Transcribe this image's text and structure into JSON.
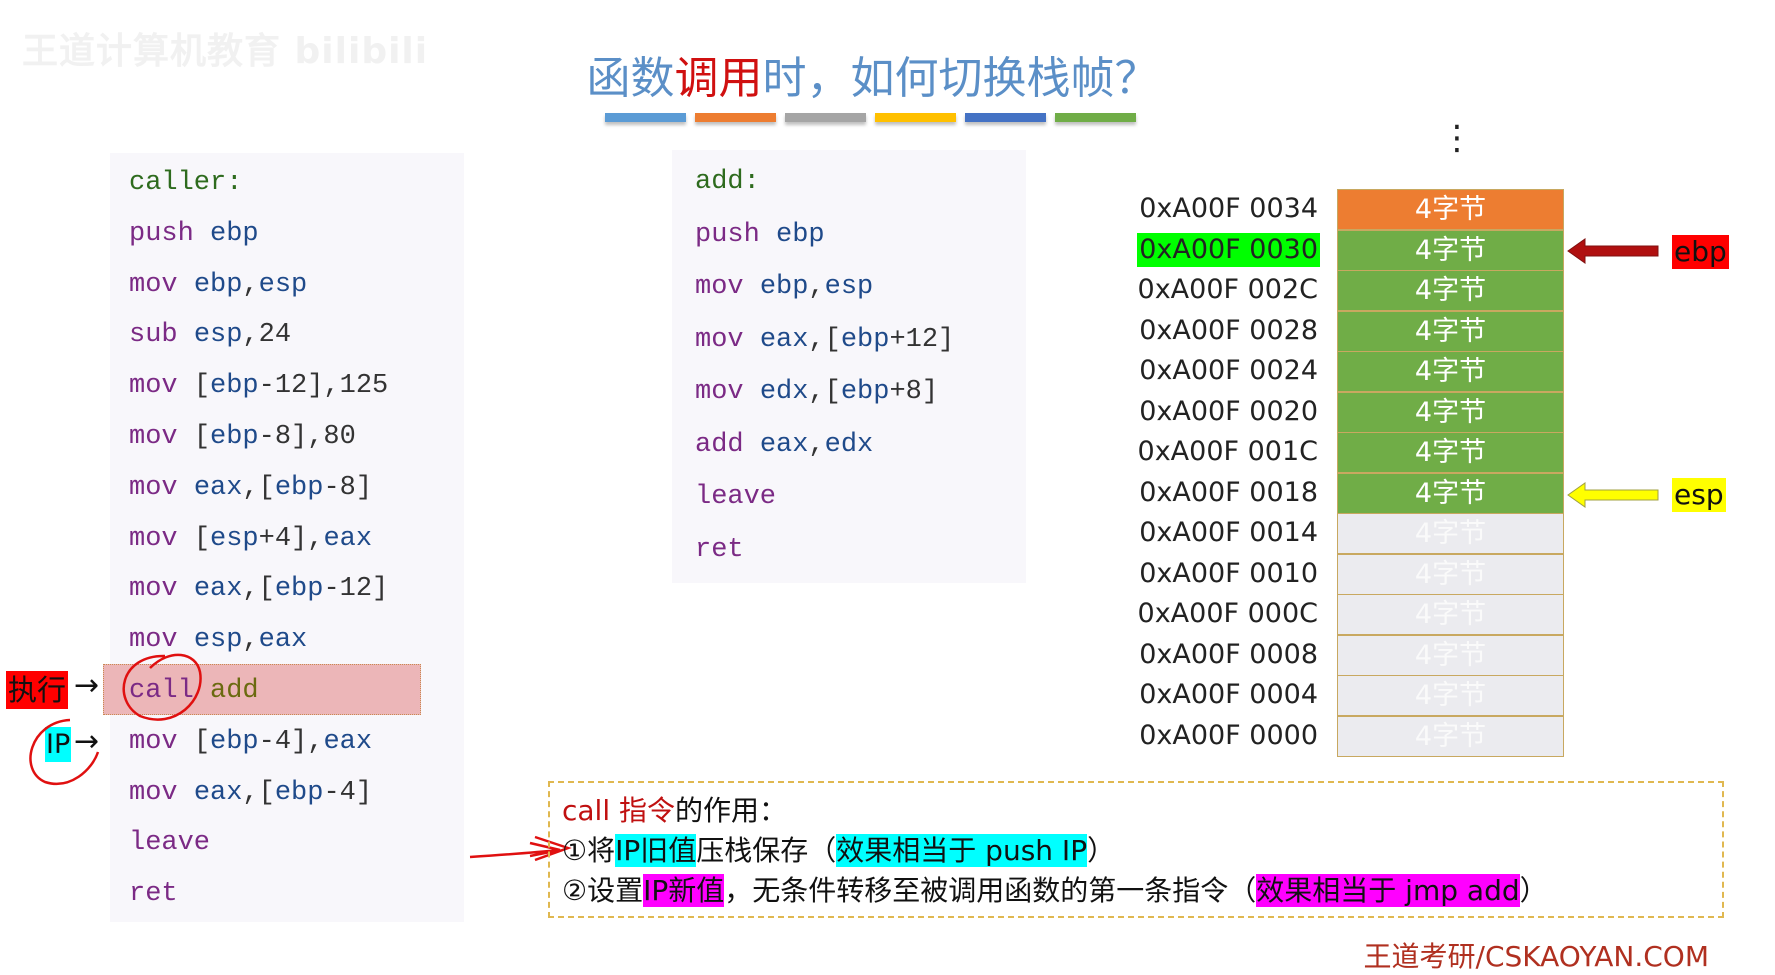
{
  "watermark": "王道计算机教育 bilibili",
  "title": {
    "part1": "函数",
    "part2": "调用",
    "part3": "时，如何切换栈帧？"
  },
  "color_bars": [
    "#5b9bd5",
    "#ed7d31",
    "#a5a5a5",
    "#ffc000",
    "#4472c4",
    "#70ad47"
  ],
  "caller": {
    "lines": [
      [
        {
          "t": "caller:",
          "c": "lbl"
        }
      ],
      [
        {
          "t": "push ",
          "c": "op"
        },
        {
          "t": "ebp",
          "c": "reg"
        }
      ],
      [
        {
          "t": "mov ",
          "c": "op"
        },
        {
          "t": "ebp",
          "c": "reg"
        },
        {
          "t": ",",
          "c": "num"
        },
        {
          "t": "esp",
          "c": "reg"
        }
      ],
      [
        {
          "t": "sub ",
          "c": "op"
        },
        {
          "t": "esp",
          "c": "reg"
        },
        {
          "t": ",24",
          "c": "num"
        }
      ],
      [
        {
          "t": "mov ",
          "c": "op"
        },
        {
          "t": "[",
          "c": "num"
        },
        {
          "t": "ebp",
          "c": "reg"
        },
        {
          "t": "-12],125",
          "c": "num"
        }
      ],
      [
        {
          "t": "mov ",
          "c": "op"
        },
        {
          "t": "[",
          "c": "num"
        },
        {
          "t": "ebp",
          "c": "reg"
        },
        {
          "t": "-8],80",
          "c": "num"
        }
      ],
      [
        {
          "t": "mov ",
          "c": "op"
        },
        {
          "t": "eax",
          "c": "reg"
        },
        {
          "t": ",[",
          "c": "num"
        },
        {
          "t": "ebp",
          "c": "reg"
        },
        {
          "t": "-8]",
          "c": "num"
        }
      ],
      [
        {
          "t": "mov ",
          "c": "op"
        },
        {
          "t": "[",
          "c": "num"
        },
        {
          "t": "esp",
          "c": "reg"
        },
        {
          "t": "+4],",
          "c": "num"
        },
        {
          "t": "eax",
          "c": "reg"
        }
      ],
      [
        {
          "t": "mov ",
          "c": "op"
        },
        {
          "t": "eax",
          "c": "reg"
        },
        {
          "t": ",[",
          "c": "num"
        },
        {
          "t": "ebp",
          "c": "reg"
        },
        {
          "t": "-12]",
          "c": "num"
        }
      ],
      [
        {
          "t": "mov ",
          "c": "op"
        },
        {
          "t": "esp",
          "c": "reg"
        },
        {
          "t": ",",
          "c": "num"
        },
        {
          "t": "eax",
          "c": "reg"
        }
      ],
      [
        {
          "t": "call ",
          "c": "op"
        },
        {
          "t": "add",
          "c": "fn"
        }
      ],
      [
        {
          "t": "mov ",
          "c": "op"
        },
        {
          "t": "[",
          "c": "num"
        },
        {
          "t": "ebp",
          "c": "reg"
        },
        {
          "t": "-4],",
          "c": "num"
        },
        {
          "t": "eax",
          "c": "reg"
        }
      ],
      [
        {
          "t": "mov ",
          "c": "op"
        },
        {
          "t": "eax",
          "c": "reg"
        },
        {
          "t": ",[",
          "c": "num"
        },
        {
          "t": "ebp",
          "c": "reg"
        },
        {
          "t": "-4]",
          "c": "num"
        }
      ],
      [
        {
          "t": "leave",
          "c": "op"
        }
      ],
      [
        {
          "t": "ret",
          "c": "op"
        }
      ]
    ]
  },
  "add": {
    "lines": [
      [
        {
          "t": "add:",
          "c": "lbl"
        }
      ],
      [
        {
          "t": "push ",
          "c": "op"
        },
        {
          "t": "ebp",
          "c": "reg"
        }
      ],
      [
        {
          "t": "mov ",
          "c": "op"
        },
        {
          "t": "ebp",
          "c": "reg"
        },
        {
          "t": ",",
          "c": "num"
        },
        {
          "t": "esp",
          "c": "reg"
        }
      ],
      [
        {
          "t": "mov ",
          "c": "op"
        },
        {
          "t": "eax",
          "c": "reg"
        },
        {
          "t": ",[",
          "c": "num"
        },
        {
          "t": "ebp",
          "c": "reg"
        },
        {
          "t": "+12]",
          "c": "num"
        }
      ],
      [
        {
          "t": "mov ",
          "c": "op"
        },
        {
          "t": "edx",
          "c": "reg"
        },
        {
          "t": ",[",
          "c": "num"
        },
        {
          "t": "ebp",
          "c": "reg"
        },
        {
          "t": "+8]",
          "c": "num"
        }
      ],
      [
        {
          "t": "add ",
          "c": "op"
        },
        {
          "t": "eax",
          "c": "reg"
        },
        {
          "t": ",",
          "c": "num"
        },
        {
          "t": "edx",
          "c": "reg"
        }
      ],
      [
        {
          "t": "leave",
          "c": "op"
        }
      ],
      [
        {
          "t": "ret",
          "c": "op"
        }
      ]
    ]
  },
  "markers": {
    "exec_label": "执行",
    "ip_label": "IP",
    "arrow": "→"
  },
  "stack": {
    "ellipsis": "⋮",
    "rows": [
      {
        "addr": "0xA00F 0034",
        "label": "4字节",
        "fill": "#ed7d31",
        "highlight": false
      },
      {
        "addr": "0xA00F 0030",
        "label": "4字节",
        "fill": "#70ad47",
        "highlight": true
      },
      {
        "addr": "0xA00F 002C",
        "label": "4字节",
        "fill": "#70ad47",
        "highlight": false
      },
      {
        "addr": "0xA00F 0028",
        "label": "4字节",
        "fill": "#70ad47",
        "highlight": false
      },
      {
        "addr": "0xA00F 0024",
        "label": "4字节",
        "fill": "#70ad47",
        "highlight": false
      },
      {
        "addr": "0xA00F 0020",
        "label": "4字节",
        "fill": "#70ad47",
        "highlight": false
      },
      {
        "addr": "0xA00F 001C",
        "label": "4字节",
        "fill": "#70ad47",
        "highlight": false
      },
      {
        "addr": "0xA00F 0018",
        "label": "4字节",
        "fill": "#70ad47",
        "highlight": false
      },
      {
        "addr": "0xA00F 0014",
        "label": "4字节",
        "fill": "#ebebef",
        "highlight": false
      },
      {
        "addr": "0xA00F 0010",
        "label": "4字节",
        "fill": "#ebebef",
        "highlight": false
      },
      {
        "addr": "0xA00F 000C",
        "label": "4字节",
        "fill": "#ebebef",
        "highlight": false
      },
      {
        "addr": "0xA00F 0008",
        "label": "4字节",
        "fill": "#ebebef",
        "highlight": false
      },
      {
        "addr": "0xA00F 0004",
        "label": "4字节",
        "fill": "#ebebef",
        "highlight": false
      },
      {
        "addr": "0xA00F 0000",
        "label": "4字节",
        "fill": "#ebebef",
        "highlight": false
      }
    ],
    "ebp_label": "ebp",
    "esp_label": "esp"
  },
  "note": {
    "heading_red": "call 指令",
    "heading_rest": "的作用：",
    "l1": {
      "a": "①将",
      "b": "IP旧值",
      "c": "压栈保存（",
      "d": "效果相当于 push IP",
      "e": "）"
    },
    "l2": {
      "a": "②设置",
      "b": "IP新值",
      "c": "，无条件转移至被调用函数的第一条指令（",
      "d": "效果相当于 jmp add",
      "e": "）"
    }
  },
  "footer": "王道考研/CSKAOYAN.COM"
}
